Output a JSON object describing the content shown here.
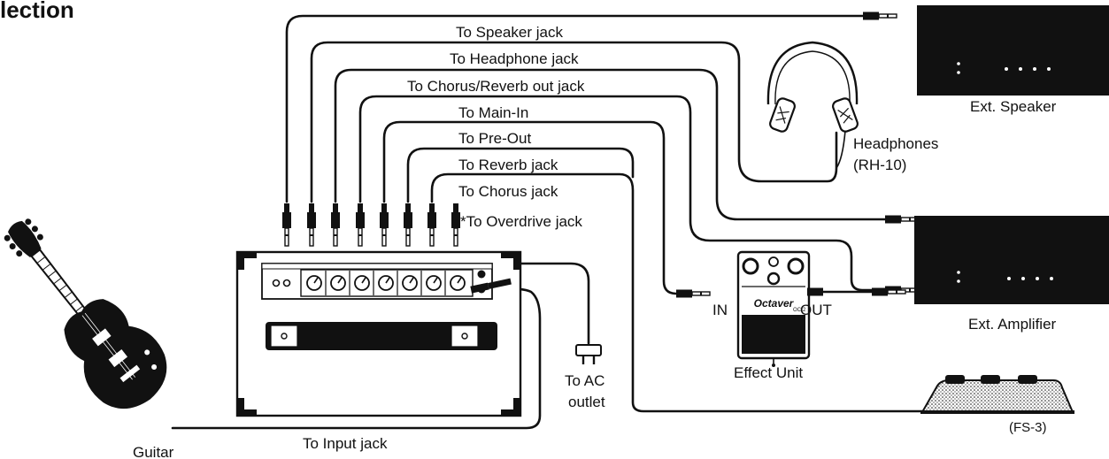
{
  "title": "lection",
  "cables": {
    "speaker": "To Speaker jack",
    "headphone": "To Headphone jack",
    "chorus_reverb_out": "To Chorus/Reverb out jack",
    "main_in": "To Main-In",
    "pre_out": "To Pre-Out",
    "reverb": "To Reverb jack",
    "chorus": "To Chorus jack",
    "overdrive": "*To Overdrive jack",
    "input": "To Input jack"
  },
  "devices": {
    "ext_speaker": "Ext. Speaker",
    "headphones_line1": "Headphones",
    "headphones_line2": "(RH-10)",
    "ext_amplifier": "Ext. Amplifier",
    "effect_unit": "Effect Unit",
    "effect_brand": "Octaver",
    "effect_model": "OC-2",
    "effect_in": "IN",
    "effect_out": "OUT",
    "ac_line1": "To AC",
    "ac_line2": "outlet",
    "footswitch": "(FS-3)",
    "guitar": "Guitar"
  },
  "colors": {
    "ink": "#111111",
    "paper": "#ffffff"
  }
}
